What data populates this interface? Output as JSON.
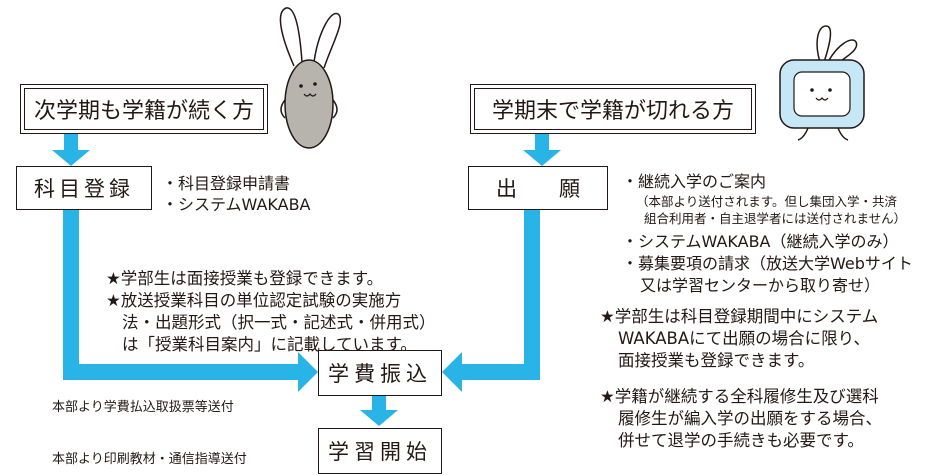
{
  "colors": {
    "flow": "#29b4e8",
    "text": "#231815",
    "character_body": "#b7b3ad"
  },
  "left": {
    "header": "次学期も学籍が続く方",
    "step": "科目登録",
    "bullets": [
      "・科目登録申請書",
      "・システムWAKABA"
    ],
    "notes": [
      "★学部生は面接授業も登録できます。",
      "★放送授業科目の単位認定試験の実施方",
      "法・出題形式（択一式・記述式・併用式）",
      "は「授業科目案内」に記載しています。"
    ]
  },
  "right": {
    "header": "学期末で学籍が切れる方",
    "step": "出　　願",
    "bullets": [
      "・継続入学のご案内",
      "（本部より送付されます。但し集団入学・共済",
      "組合利用者・自主退学者には送付されません）",
      "・システムWAKABA（継続入学のみ）",
      "・募集要項の請求（放送大学Webサイト",
      "又は学習センターから取り寄せ）"
    ],
    "notes": [
      "★学部生は科目登録期間中にシステム",
      "WAKABAにて出願の場合に限り、",
      "面接授業も登録できます。",
      "★学籍が継続する全科履修生及び選科",
      "履修生が編入学の出願をする場合、",
      "併せて退学の手続きも必要です。"
    ]
  },
  "center": {
    "fee_step": "学費振込",
    "fee_note": "本部より学費払込取扱票等送付",
    "start_step": "学習開始",
    "start_note": "本部より印刷教材・通信指導送付"
  },
  "icons": [
    "rabbit-mascot-icon",
    "tv-mascot-icon"
  ]
}
